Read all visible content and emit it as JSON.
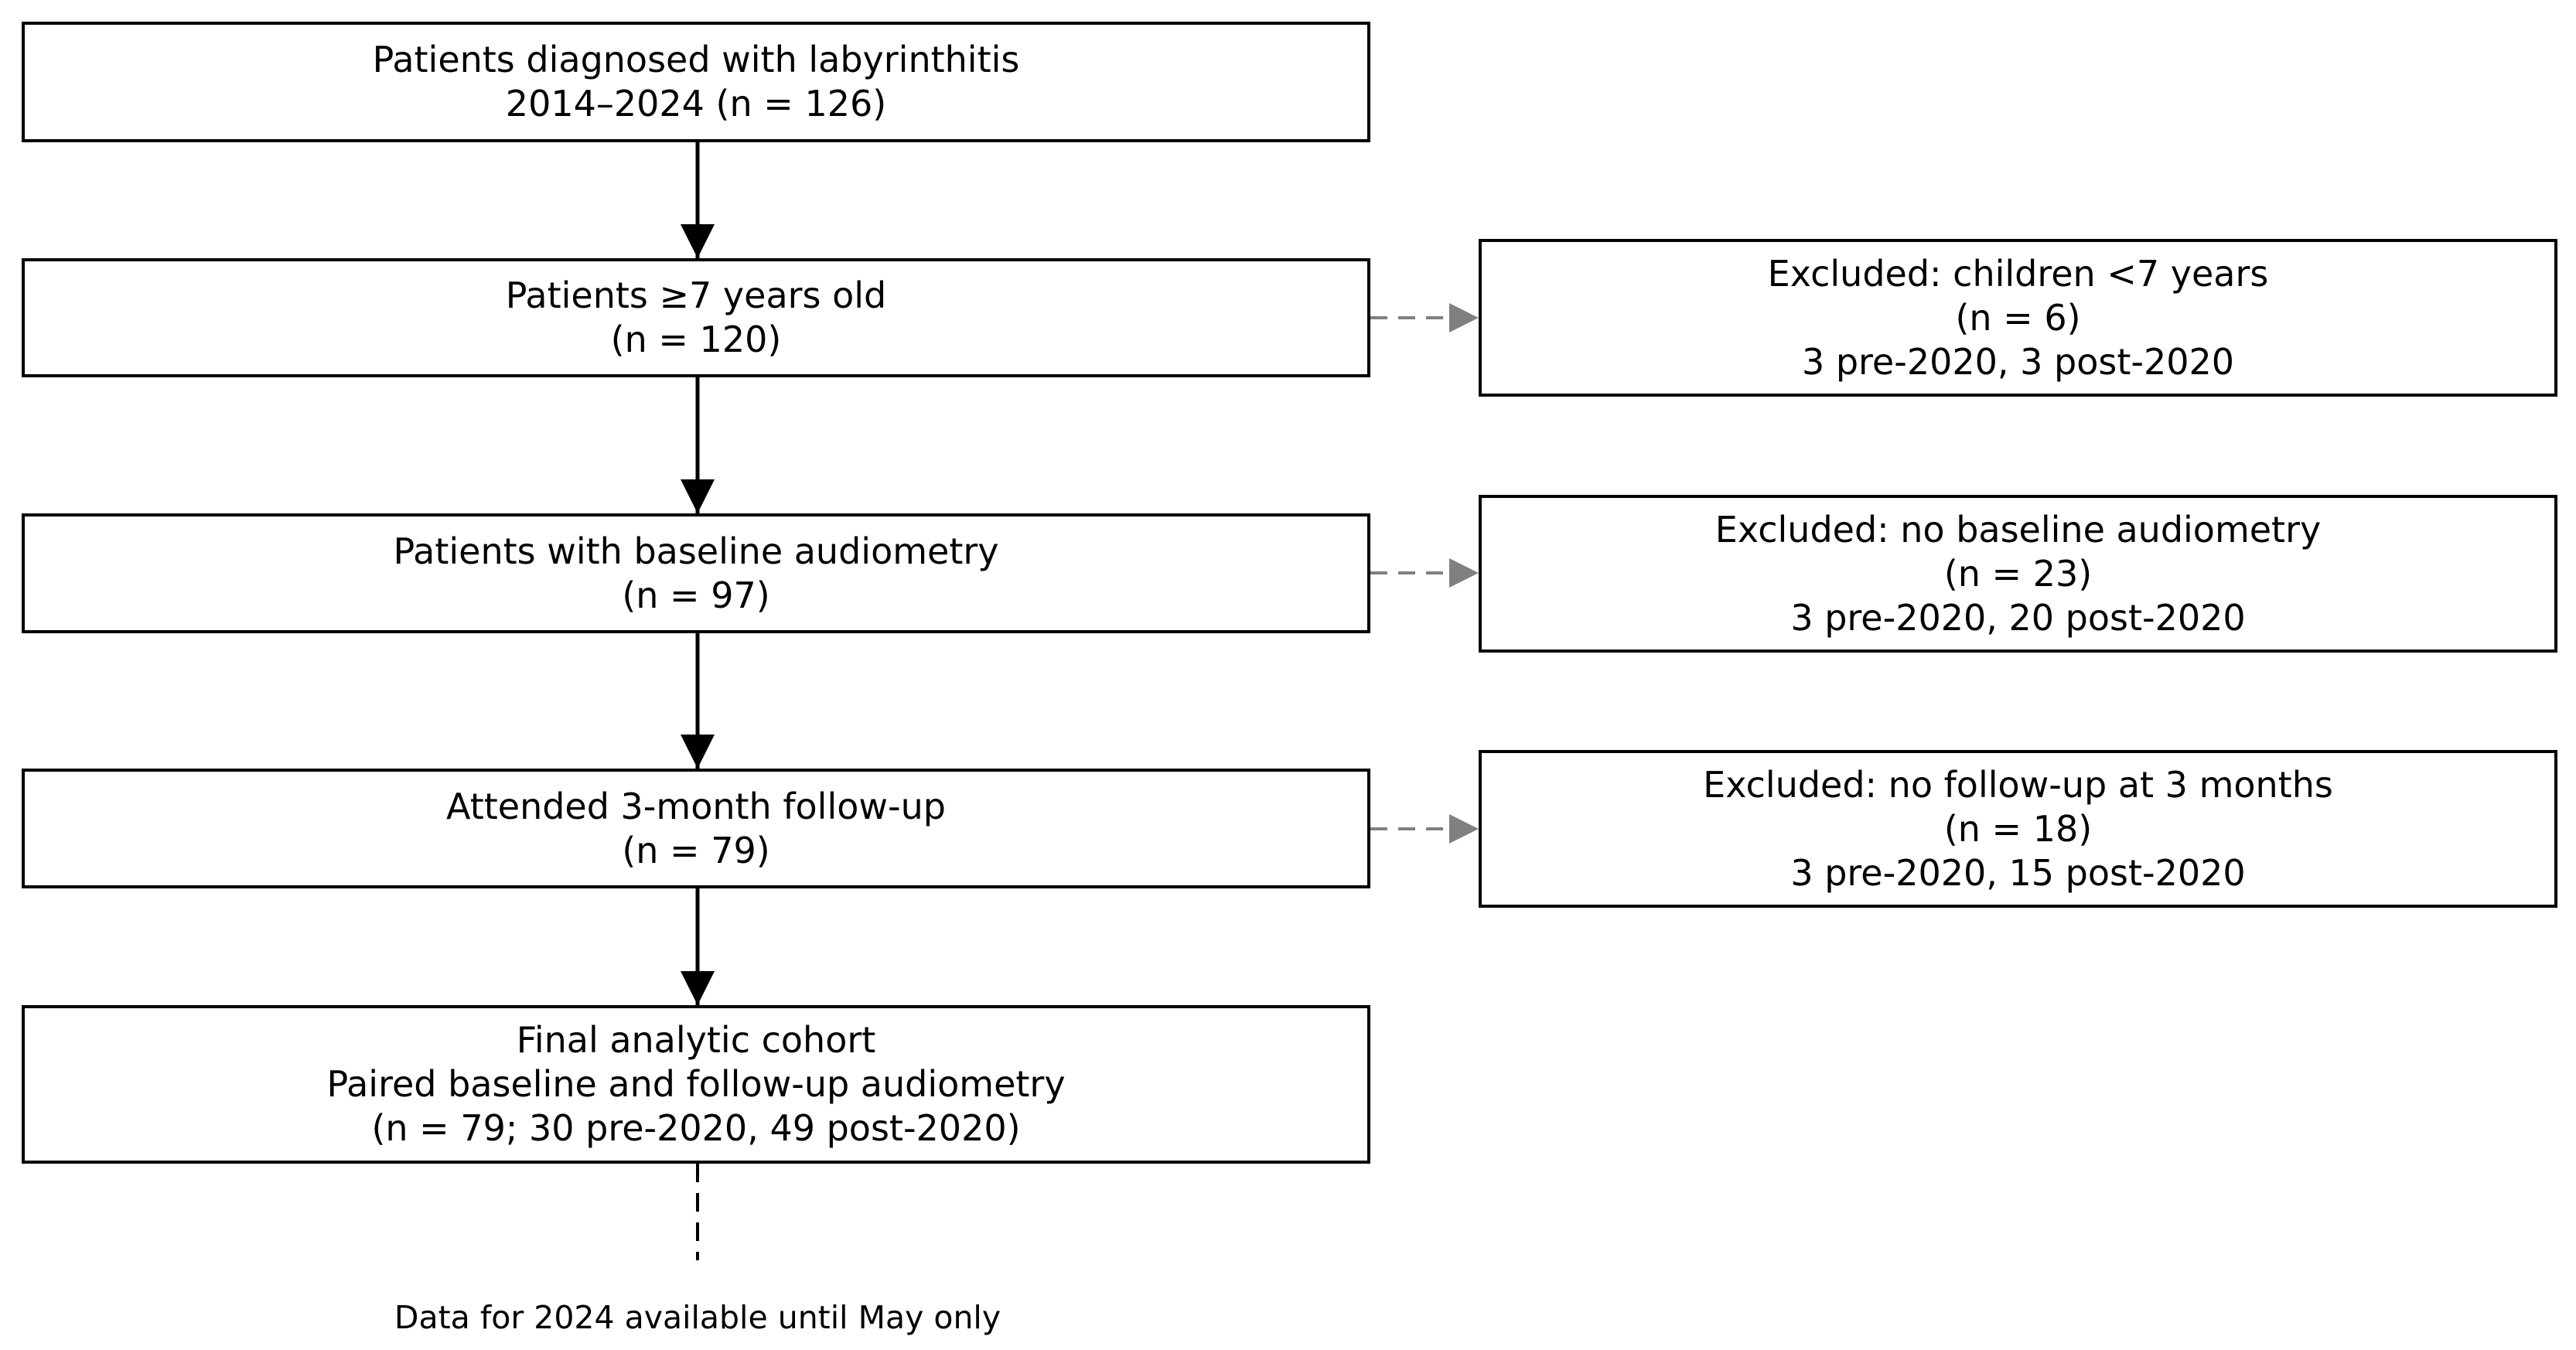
{
  "flow": {
    "main": [
      {
        "lines": [
          "Patients diagnosed with labyrinthitis",
          "2014–2024 (n = 126)"
        ]
      },
      {
        "lines": [
          "Patients ≥7 years old",
          "(n = 120)"
        ]
      },
      {
        "lines": [
          "Patients with baseline audiometry",
          "(n = 97)"
        ]
      },
      {
        "lines": [
          "Attended 3-month follow-up",
          "(n = 79)"
        ]
      },
      {
        "lines": [
          "Final analytic cohort",
          "Paired baseline and follow-up audiometry",
          "(n = 79; 30 pre-2020, 49 post-2020)"
        ]
      }
    ],
    "excluded": [
      {
        "lines": [
          "Excluded: children <7 years",
          "(n = 6)",
          "3 pre-2020, 3 post-2020"
        ]
      },
      {
        "lines": [
          "Excluded: no baseline audiometry",
          "(n = 23)",
          "3 pre-2020, 20 post-2020"
        ]
      },
      {
        "lines": [
          "Excluded: no follow-up at 3 months",
          "(n = 18)",
          "3 pre-2020, 15 post-2020"
        ]
      }
    ],
    "footnote": "Data for 2024 available until May only"
  },
  "colors": {
    "box_border": "#000000",
    "main_arrow": "#000000",
    "exclusion_arrow": "#808080",
    "text": "#000000"
  }
}
